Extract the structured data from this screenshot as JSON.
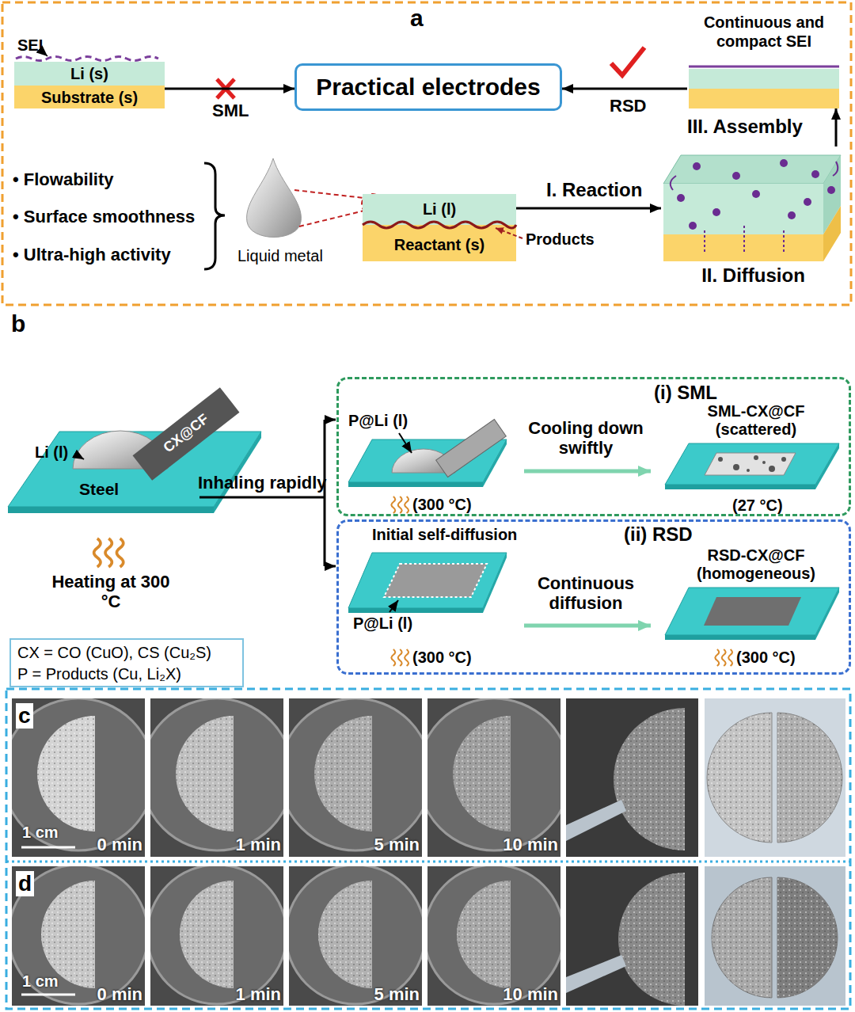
{
  "diagram": {
    "nodes": [
      {
        "text": [
          "SEI"
        ]
      },
      {
        "text": [
          "Li (s)"
        ],
        "in": 0
      },
      {
        "text": [
          "Substrate (s)"
        ],
        "in": 0
      },
      {
        "text": [
          "Practical electrodes"
        ]
      },
      {
        "text": [
          "Continuous and compact SEI"
        ]
      },
      {
        "text": [
          "Li (l)"
        ]
      },
      {
        "text": [
          "Reactant (s)"
        ]
      },
      {
        "text": [
          "II. Diffusion"
        ]
      },
      {
        "text": [
          "(i) SML"
        ]
      },
      {
        "text": [
          "(ii) RSD"
        ]
      },
      {
        "text": [
          "CX = CO (CuO), CS (Cu₂S)",
          "P = Products (Cu, Li₂X)"
        ]
      }
    ],
    "edges": [
      {
        "from": 0,
        "to": 3,
        "arrow": "to",
        "label": "SML"
      },
      {
        "from": 4,
        "to": 3,
        "arrow": "to",
        "label": "RSD"
      },
      {
        "from": 5,
        "to": 7,
        "arrow": "to",
        "label": "I. Reaction"
      },
      {
        "from": 7,
        "to": 4,
        "arrow": "to",
        "label": "III. Assembly"
      }
    ],
    "labels": [
      "a",
      "• Flowability",
      "• Surface smoothness",
      "• Ultra-high activity",
      "Liquid metal",
      "Products",
      "b",
      "Li (l)",
      "CX@CF",
      "Steel",
      "Heating at 300 °C",
      "Inhaling rapidly",
      "P@Li (l)",
      "(300 °C)",
      "Cooling down swiftly",
      "SML-CX@CF (scattered)",
      "(27 °C)",
      "Initial self-diffusion",
      "P@Li (l)",
      "(300 °C)",
      "Continuous diffusion",
      "RSD-CX@CF (homogeneous)",
      "(300 °C)",
      "c",
      "1 cm",
      "0 min",
      "1 min",
      "5 min",
      "10 min",
      "d",
      "1 cm",
      "0 min",
      "1 min",
      "5 min",
      "10 min"
    ]
  }
}
